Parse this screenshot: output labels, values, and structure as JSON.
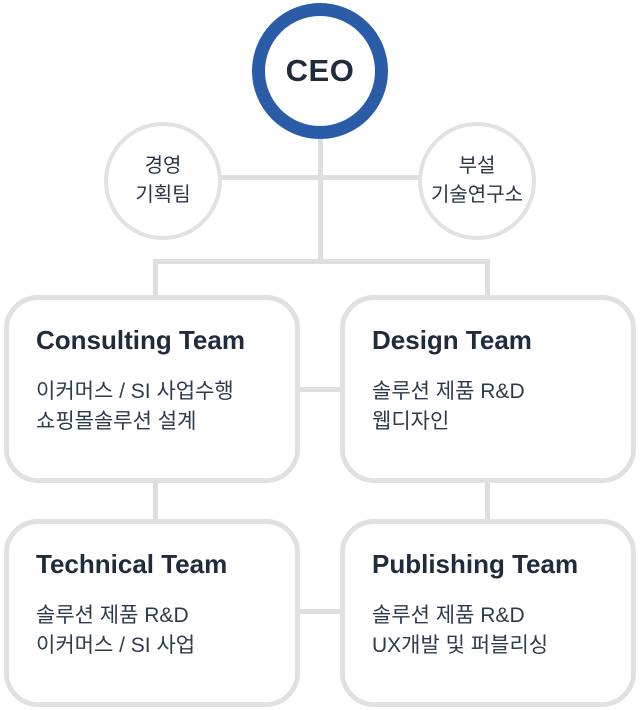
{
  "org": {
    "ceo": {
      "label": "CEO"
    },
    "staff": [
      {
        "id": "management-planning-team",
        "line1": "경영",
        "line2": "기획팀"
      },
      {
        "id": "affiliated-tech-research-institute",
        "line1": "부설",
        "line2": "기술연구소"
      }
    ],
    "teams": [
      {
        "id": "consulting",
        "title": "Consulting Team",
        "body1": "이커머스 / SI 사업수행",
        "body2": "쇼핑몰솔루션 설계"
      },
      {
        "id": "design",
        "title": "Design Team",
        "body1": "솔루션 제품 R&D",
        "body2": "웹디자인"
      },
      {
        "id": "technical",
        "title": "Technical Team",
        "body1": "솔루션 제품 R&D",
        "body2": "이커머스 / SI 사업"
      },
      {
        "id": "publishing",
        "title": "Publishing Team",
        "body1": "솔루션 제품 R&D",
        "body2": "UX개발 및 퍼블리싱"
      }
    ],
    "colors": {
      "accent_blue": "#2b5ca8",
      "line_gray": "#dedede",
      "title_text": "#202b3c",
      "body_text": "#2e3a4e"
    }
  }
}
